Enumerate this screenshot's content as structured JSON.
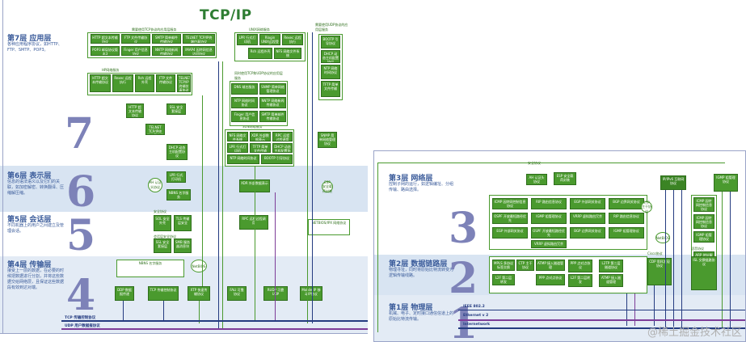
{
  "main": {
    "title": "TCP/IP"
  },
  "layers": {
    "l7": {
      "title": "第7层 应用层",
      "desc": "各种应用程序协议，如HTTP、FTP、SMTP、POP3。",
      "num": "7"
    },
    "l6": {
      "title": "第6层 表示层",
      "desc": "信息的语法语义以及它们的关联，如加密解密、转换翻译、压缩解压缩。",
      "num": "6"
    },
    "l5": {
      "title": "第5层 会话层",
      "desc": "不同机器上的用户之间建立及管理会话。",
      "num": "5"
    },
    "l4": {
      "title": "第4层 传输层",
      "desc": "接受上一层的数据，在必要的时候把数据进行分割，并将这些数据交给网络层，且保证这些数据段有效到达对端。",
      "num": "4"
    },
    "l3": {
      "title": "第3层 网络层",
      "desc": "控制子网的运行，如逻辑编址、分组传输、路由选择。",
      "num": "3"
    },
    "l2": {
      "title": "第2层 数据链路层",
      "desc": "物理寻址，同时将原始比特流转变为逻辑传输线路。",
      "num": "2"
    },
    "l1": {
      "title": "第1层 物理层",
      "desc": "机械、电子、定时接口通信信道上的原始比特流传输。",
      "num": "1"
    }
  },
  "labels": {
    "tcp_group": "需要使用TCP协议的应用层服务",
    "unix_group": "UNIX网络服务",
    "udp_group": "需要使用UDP协议的应用层服务",
    "hp_group": "HP网络服务",
    "sun_group": "SUN网络服务",
    "tcp_udp_group": "同时使用TCP和UDP协议的应用层服务",
    "security": "安全协议",
    "session_sec": "会话层安全协议",
    "voice": "语音协议",
    "cisco": "Cisco协议",
    "nettbios": "NetBIOS"
  },
  "boxes": {
    "http": "HTTP 超文本传输协议",
    "ftp": "FTP 文件传输协议",
    "smtp": "SMTP 简单邮件传输协议",
    "telnet": "TELNET TCP/IP终端仿真协议",
    "pop3": "POP3 邮局协议版本3",
    "finger": "Finger 用户信息协议",
    "nntp": "NNTP 网络新闻传输协议",
    "imap": "IMAP4 因特网信息访问协议",
    "lpr": "LPR 行式打印机",
    "rlogin": "Rlogin UNIX远程登录",
    "rexec": "Rexec 远程执行",
    "rsh": "Rsh 远程外壳",
    "bootp": "BOOTP 引导协议",
    "dhcp": "DHCP 动态主机配置协议",
    "ntp": "NTP 网络时间协议",
    "tftp": "TFTP 简单文件传输",
    "dns": "DNS 域名服务",
    "snmp": "SNMP 简单网络管理协议",
    "nfs": "NFS 网络文件系统",
    "xdr": "XDR 外部数据表示",
    "rpc": "RPC 远程过程调用",
    "sol": "SOL 安全外壳",
    "tls": "TLS 传输层安全",
    "ssl": "SSL 安全套接层",
    "tcp": "TCP 传输控制协议",
    "udp": "UDP 用户数据报协议",
    "ip": "IP/IPv6 互联网协议",
    "icmp": "ICMP 因特网控制信息协议",
    "arp": "ARP 地址解析协议",
    "rarp": "RARP 反向地址转换协议",
    "ospf": "OSPF 开放最短路径优先",
    "bgp": "BGP 边界网关协议",
    "rip": "RIP 路由信息协议",
    "igmp": "IGMP 组管理协议",
    "egp": "EGP 外部网关协议",
    "vrrp": "VRRP 虚拟路由冗余",
    "ppp": "PPP 点对点协议",
    "l2tp": "L2TP 第二层隧道协议",
    "atmp": "ATMP 接入隧道管理",
    "l2f": "L2F 第二层转发",
    "mpls": "MPLS 多协议标签交换",
    "ctp": "CTP 主干协议",
    "cdp": "CDP 思科发现协议",
    "isl": "ISL 交换链路协议",
    "ah": "AH 认证头协议",
    "esp": "ESP 安全载荷封装",
    "nbns": "NBNS 名字服务",
    "smb": "SMB 服务器消息块",
    "fali": "FALI 可靠协议",
    "rudp": "RUDP 可靠UDP",
    "mobile_ip": "Mobile IP 移动IP协议",
    "ddp": "DDP 数据报传递",
    "mitp": "NETBIOS/IPX 网络协议",
    "xtp": "XTP 快速传输协议"
  },
  "bus": {
    "ieee": "IEEE 802.2",
    "ethernet": "Ethernet v 2",
    "internetwork": "Internetwork",
    "tcp_line": "TCP 传输控制协议",
    "udp_line": "UDP 用户数据报协议"
  },
  "watermark": "@稀土掘金技术社区",
  "colors": {
    "green": "#4a9a2e",
    "navy": "#243b80",
    "layer_text": "#3a5b9a",
    "number": "#7d82b8"
  }
}
